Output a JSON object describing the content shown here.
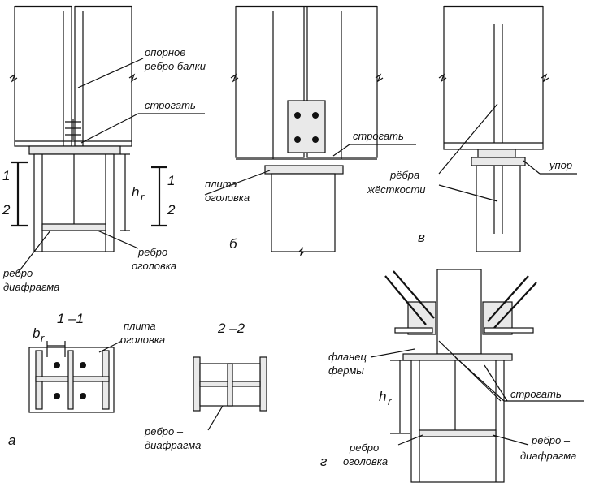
{
  "labels": {
    "support_rib": [
      "опорное",
      "ребро балки"
    ],
    "plane_a": "строгать",
    "plane_b": "строгать",
    "plane_g": "строгать",
    "hr_a": "h",
    "hr_g": "h",
    "hr_sub": "r",
    "br": "b",
    "br_sub": "r",
    "sec1_top": "1",
    "sec1_bot": "2",
    "sec1r_top": "1",
    "sec1r_bot": "2",
    "head_rib_a": [
      "ребро",
      "оголовка"
    ],
    "rib_diaphragm_a": [
      "ребро –",
      "диафрагма"
    ],
    "cap_plate_b": [
      "плита",
      "оголовка"
    ],
    "stiffeners_v": [
      "рёбра",
      "жёсткости"
    ],
    "stop_v": "упор",
    "section_11": "1 –1",
    "section_22": "2 –2",
    "cap_plate_11": [
      "плита",
      "оголовка"
    ],
    "rib_diaphragm_22": [
      "ребро –",
      "диафрагма"
    ],
    "truss_flange": [
      "фланец",
      "фермы"
    ],
    "head_rib_g": [
      "ребро",
      "оголовка"
    ],
    "rib_diaphragm_g": [
      "ребро –",
      "диафрагма"
    ],
    "letter_a": "а",
    "letter_b": "б",
    "letter_v": "в",
    "letter_g": "г"
  }
}
